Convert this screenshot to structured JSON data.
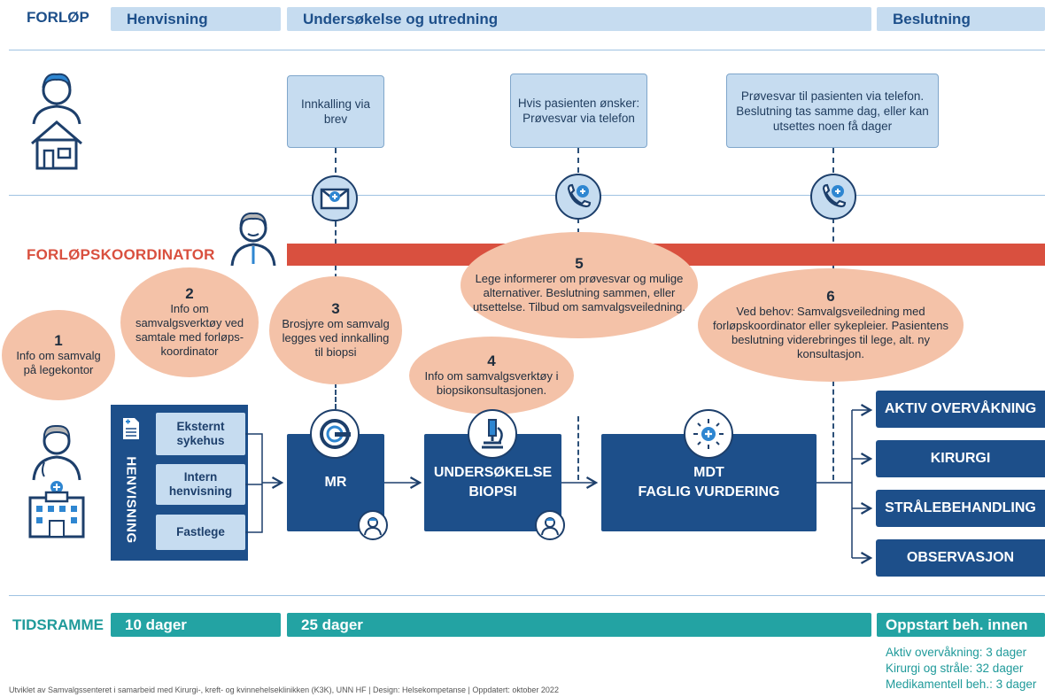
{
  "header": {
    "forlop_label": "FORLØP",
    "phases": [
      "Henvisning",
      "Undersøkelse og utredning",
      "Beslutning"
    ]
  },
  "patient_boxes": [
    "Innkalling via brev",
    "Hvis pasienten ønsker: Prøvesvar via telefon",
    "Prøvesvar til pasienten via telefon. Beslutning tas samme dag, eller kan utsettes noen få dager"
  ],
  "coordinator": {
    "label": "FORLØPSKOORDINATOR"
  },
  "ovals": [
    {
      "num": "1",
      "text": "Info om samvalg på legekontor"
    },
    {
      "num": "2",
      "text": "Info om samvalgsverktøy ved samtale med forløps-koordinator"
    },
    {
      "num": "3",
      "text": "Brosjyre om samvalg legges ved innkalling til biopsi"
    },
    {
      "num": "4",
      "text": "Info om samvalgsverktøy i biopsikonsultasjonen."
    },
    {
      "num": "5",
      "text": "Lege informerer om prøvesvar og mulige alternativer. Beslutning sammen, eller utsettelse. Tilbud om samvalgsveiledning."
    },
    {
      "num": "6",
      "text": "Ved behov: Samvalgsveiledning med forløpskoordinator eller sykepleier. Pasientens beslutning viderebringes til lege, alt. ny konsultasjon."
    }
  ],
  "referral": {
    "title": "HENVISNING",
    "items": [
      "Eksternt sykehus",
      "Intern henvisning",
      "Fastlege"
    ]
  },
  "process": {
    "mr": "MR",
    "biopsy_line1": "UNDERSØKELSE",
    "biopsy_line2": "BIOPSI",
    "mdt_line1": "MDT",
    "mdt_line2": "FAGLIG VURDERING"
  },
  "outcomes": [
    "AKTIV OVERVÅKNING",
    "KIRURGI",
    "STRÅLEBEHANDLING",
    "OBSERVASJON"
  ],
  "timeframe": {
    "label": "TIDSRAMME",
    "bars": [
      "10 dager",
      "25 dager",
      "Oppstart beh. innen"
    ],
    "details": [
      "Aktiv overvåkning: 3 dager",
      "Kirurgi og stråle: 32 dager",
      "Medikamentell beh.: 3 dager"
    ]
  },
  "footer": "Utviklet av Samvalgssenteret i samarbeid med Kirurgi-, kreft- og kvinnehelseklinikken (K3K), UNN HF | Design: Helsekompetanse | Oppdatert: oktober 2022",
  "colors": {
    "primary": "#1d4f8a",
    "light": "#c6dcf0",
    "coordinator": "#d9503f",
    "oval": "#f4c2a8",
    "teal": "#23a3a3"
  }
}
